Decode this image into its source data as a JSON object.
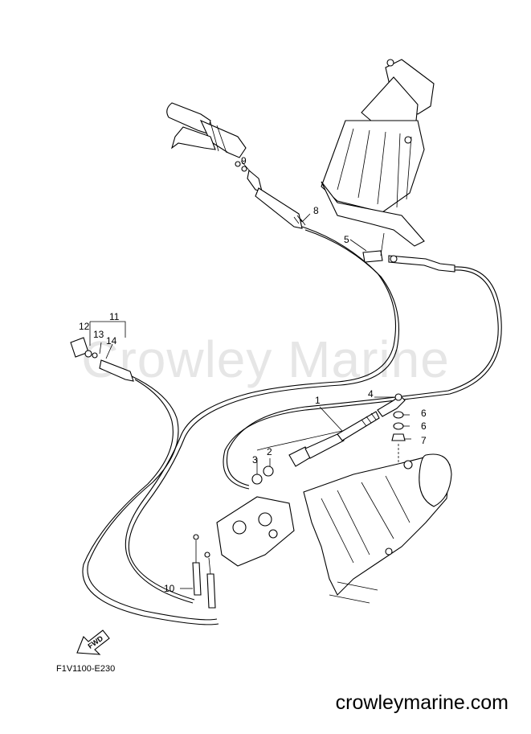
{
  "watermark": "Crowley Marine",
  "diagram_code": "F1V1100-E230",
  "website": "crowleymarine.com",
  "fwd_label": "FWD",
  "callouts": {
    "c1": "1",
    "c2": "2",
    "c3": "3",
    "c4": "4",
    "c5": "5",
    "c6a": "6",
    "c6b": "6",
    "c7": "7",
    "c8": "8",
    "c9": "9",
    "c10": "10",
    "c11": "11",
    "c12": "12",
    "c13": "13",
    "c14": "14"
  }
}
